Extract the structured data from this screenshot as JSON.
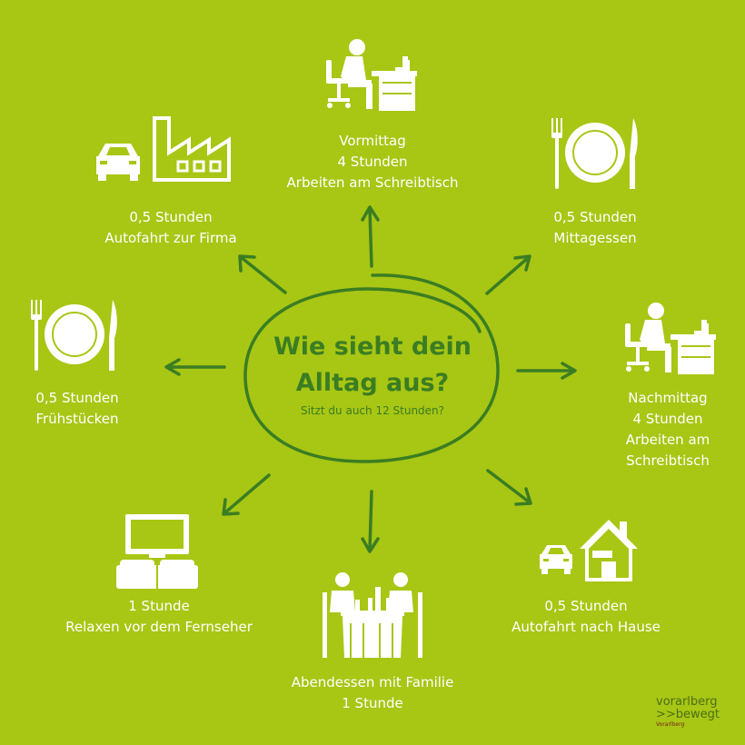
{
  "colors": {
    "background": "#a8c614",
    "accent": "#3a7d22",
    "text": "#ffffff"
  },
  "center": {
    "title_line1": "Wie sieht dein",
    "title_line2": "Alltag aus?",
    "subtitle": "Sitzt du auch 12 Stunden?"
  },
  "nodes": {
    "vormittag": {
      "icon": "desk-worker-icon",
      "lines": [
        "Vormittag",
        "4 Stunden",
        "Arbeiten am Schreibtisch"
      ]
    },
    "mittagessen": {
      "icon": "plate-cutlery-icon",
      "lines": [
        "0,5 Stunden",
        "Mittagessen"
      ]
    },
    "nachmittag": {
      "icon": "desk-worker-icon",
      "lines": [
        "Nachmittag",
        "4 Stunden",
        "Arbeiten am",
        "Schreibtisch"
      ]
    },
    "autofahrt_hause": {
      "icon": "car-house-icon",
      "lines": [
        "0,5 Stunden",
        "Autofahrt nach Hause"
      ]
    },
    "abendessen": {
      "icon": "family-dinner-icon",
      "lines": [
        "Abendessen mit Familie",
        "1 Stunde"
      ]
    },
    "relaxen": {
      "icon": "tv-couch-icon",
      "lines": [
        "1 Stunde",
        "Relaxen vor dem Fernseher"
      ]
    },
    "fruehstuecken": {
      "icon": "plate-cutlery-icon",
      "lines": [
        "0,5 Stunden",
        "Frühstücken"
      ]
    },
    "autofahrt_firma": {
      "icon": "car-factory-icon",
      "lines": [
        "0,5 Stunden",
        "Autofahrt zur Firma"
      ]
    }
  },
  "logo": {
    "line1": "vorarlberg",
    "line2": ">>bewegt",
    "line3": "Vorarlberg"
  }
}
